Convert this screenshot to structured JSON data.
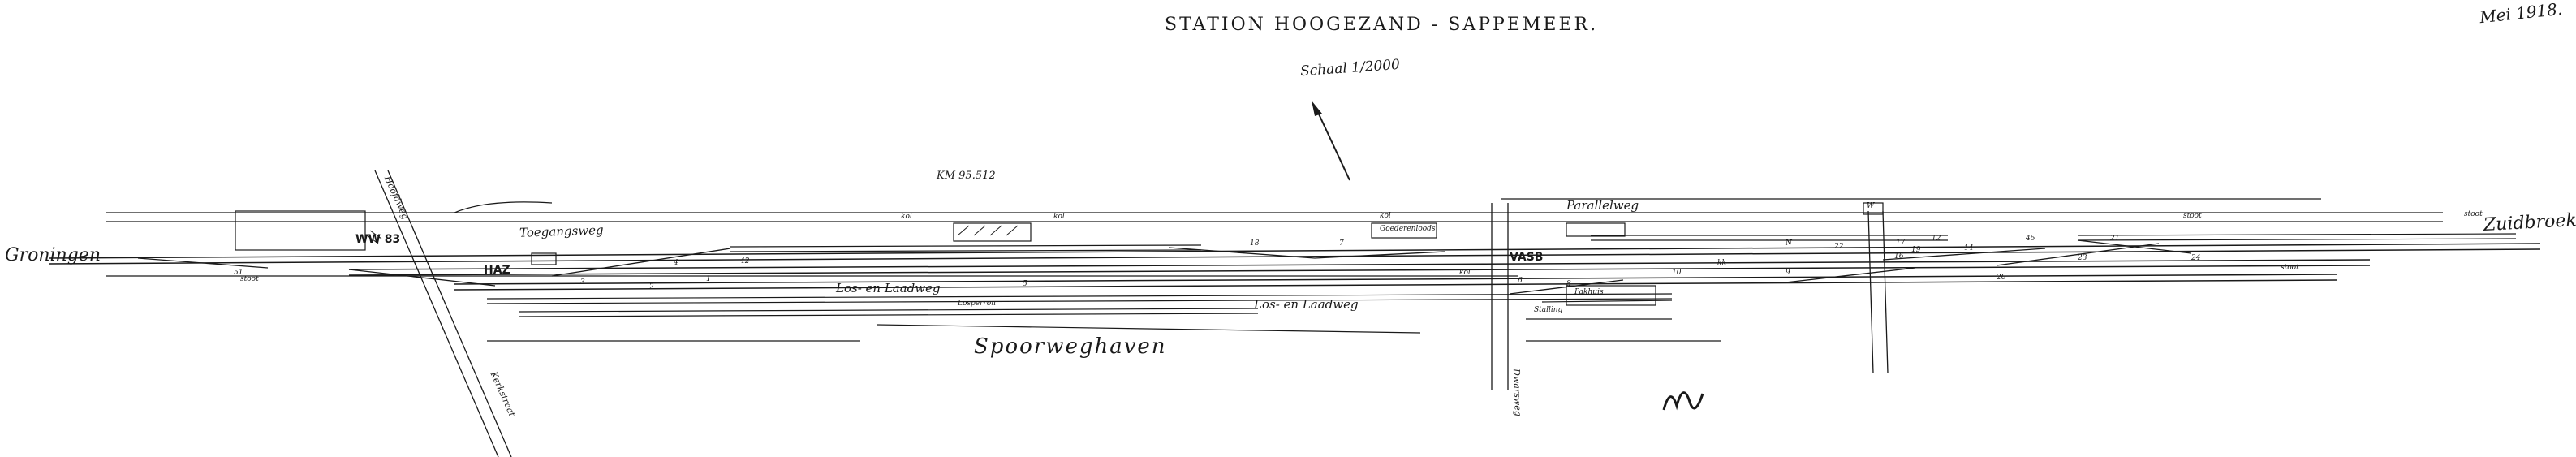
{
  "title": "STATION HOOGEZAND - SAPPEMEER.",
  "date": "Mei 1918.",
  "scale": "Schaal 1/2000",
  "km_marker": "KM 95.512",
  "destinations": {
    "west": "Groningen",
    "east": "Zuidbroek"
  },
  "area_labels": {
    "harbour": "Spoorweghaven",
    "road_north": "Toegangsweg",
    "loading_main": "Los- en Laadweg",
    "loading_east": "Los- en Laadweg",
    "parallel_road": "Parallelweg",
    "road_west_a": "Hoofdweg",
    "road_west_b": "Kerkstraat",
    "road_south": "Dwarsweg"
  },
  "signal_boxes": {
    "west": "WW 83",
    "station": "HAZ",
    "east": "VASB"
  },
  "track_numbers": [
    "1",
    "2",
    "3",
    "4",
    "5",
    "6",
    "7",
    "8",
    "9",
    "10",
    "12",
    "14",
    "16",
    "17",
    "18",
    "19",
    "20",
    "21",
    "22",
    "23",
    "24",
    "42",
    "45",
    "51"
  ],
  "small_labels": {
    "stoot": "stoot",
    "kol": "kol",
    "kk": "kk",
    "losperron": "Losperron",
    "goederen": "Goederenloods",
    "pakhuis": "Pakhuis",
    "stalling": "Stalling",
    "w": "W",
    "n": "N"
  }
}
